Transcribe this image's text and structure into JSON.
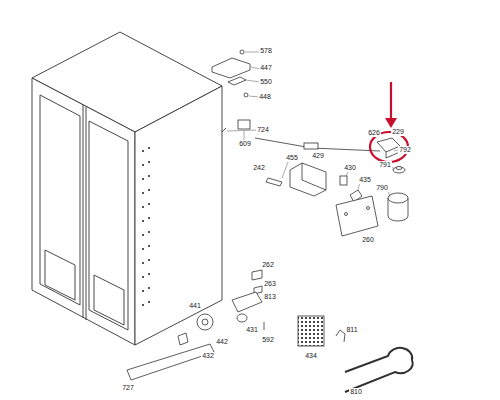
{
  "diagram": {
    "labels": [
      "578",
      "447",
      "550",
      "448",
      "724",
      "609",
      "626",
      "229",
      "792",
      "791",
      "790",
      "455",
      "429",
      "430",
      "435",
      "242",
      "260",
      "262",
      "263",
      "813",
      "441",
      "431",
      "442",
      "432",
      "592",
      "434",
      "811",
      "810",
      "727"
    ]
  }
}
